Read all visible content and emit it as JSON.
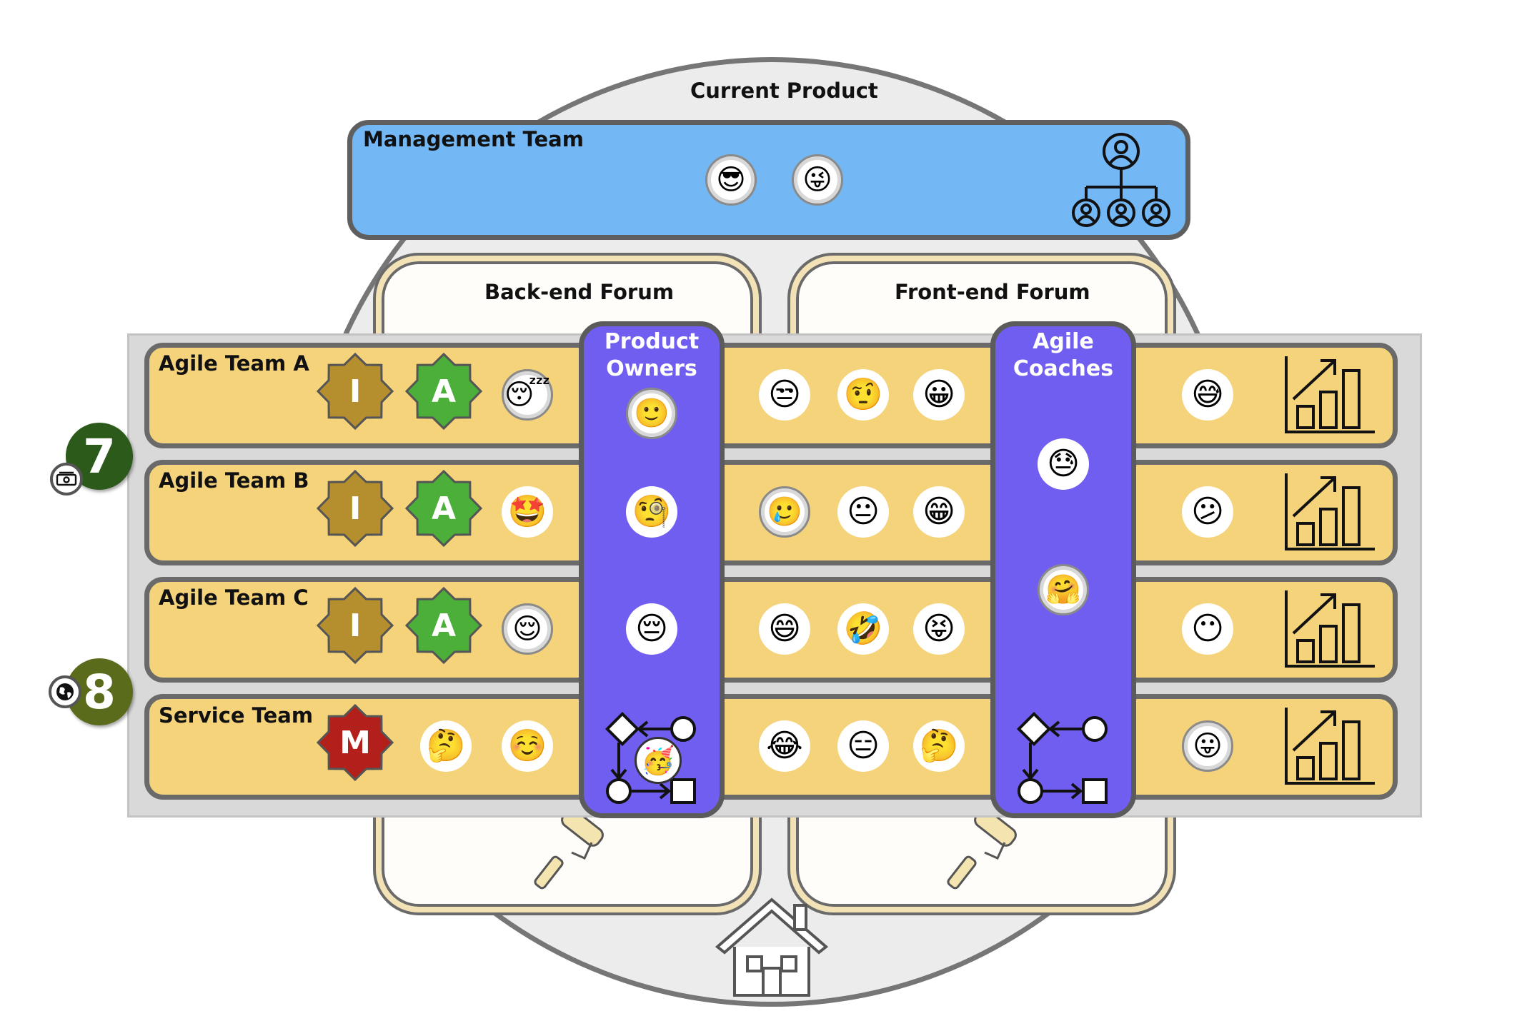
{
  "product": {
    "title": "Current Product",
    "management": {
      "title": "Management Team",
      "members": [
        "😎",
        "😜"
      ],
      "icon": "org-chart-icon"
    },
    "forums": [
      {
        "title": "Back-end Forum",
        "icon": "paint-roller-icon"
      },
      {
        "title": "Front-end Forum",
        "icon": "paint-roller-icon"
      }
    ],
    "columns": [
      {
        "title_line1": "Product",
        "title_line2": "Owners",
        "members": [
          "🙂",
          "🧐",
          "😔",
          "🥳"
        ],
        "icon": "workflow-icon"
      },
      {
        "title_line1": "Agile",
        "title_line2": "Coaches",
        "members": [
          "😓",
          "🤗"
        ],
        "icon": "workflow-icon"
      }
    ],
    "teams": [
      {
        "name": "Agile Team A",
        "badges": [
          "I",
          "A"
        ],
        "members_left": [
          "😴"
        ],
        "members_mid": [
          "😒",
          "🤨",
          "😀"
        ],
        "members_right": [
          "😅"
        ],
        "icon": "growth-chart-icon"
      },
      {
        "name": "Agile Team B",
        "badges": [
          "I",
          "A"
        ],
        "members_left": [
          "🤩"
        ],
        "members_mid": [
          "🥲",
          "😐",
          "😁"
        ],
        "members_right": [
          "😕"
        ],
        "icon": "growth-chart-icon"
      },
      {
        "name": "Agile Team C",
        "badges": [
          "I",
          "A"
        ],
        "members_left": [
          "😌"
        ],
        "members_mid": [
          "😄",
          "🤣",
          "😝"
        ],
        "members_right": [
          "😶"
        ],
        "icon": "growth-chart-icon"
      },
      {
        "name": "Service Team",
        "badges": [
          "M"
        ],
        "members_left": [
          "🤔",
          "☺️"
        ],
        "members_mid": [
          "😂",
          "😑",
          "🤔"
        ],
        "members_right": [
          "😛"
        ],
        "icon": "growth-chart-icon"
      }
    ],
    "markers": [
      {
        "number": "7",
        "color": "#2c5a1a",
        "icon": "money-icon"
      },
      {
        "number": "8",
        "color": "#5a6b1c",
        "icon": "globe-icon"
      }
    ],
    "footer_icon": "house-icon",
    "colors": {
      "management": "#73b8f5",
      "team_row": "#f5d37a",
      "column": "#6f5ef0",
      "badge_I": "#b58f2e",
      "badge_A": "#4caf3a",
      "badge_M": "#b3201c"
    }
  }
}
